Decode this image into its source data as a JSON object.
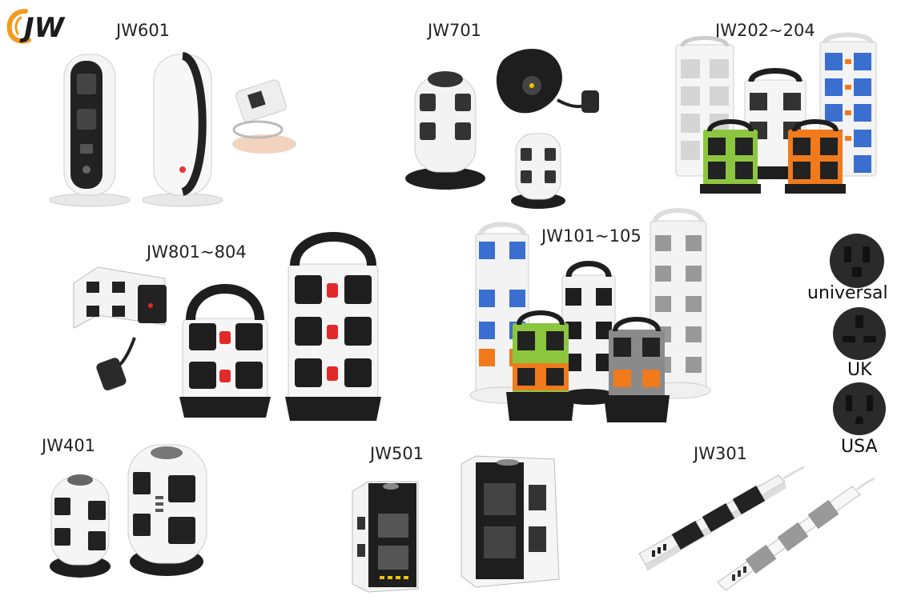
{
  "brand": {
    "logo_text": "JW",
    "colors": {
      "orange": "#f39a1e",
      "dark": "#1c1c1c"
    }
  },
  "products": [
    {
      "model": "JW601"
    },
    {
      "model": "JW701"
    },
    {
      "model": "JW202~204"
    },
    {
      "model": "JW801~804"
    },
    {
      "model": "JW101~105"
    },
    {
      "model": "JW401"
    },
    {
      "model": "JW501"
    },
    {
      "model": "JW301"
    }
  ],
  "socket_types": [
    {
      "name": "universal"
    },
    {
      "name": "UK"
    },
    {
      "name": "USA"
    }
  ],
  "colors": {
    "white_body": "#f2f2f2",
    "black_body": "#1e1e1e",
    "blue_panel": "#3a6fd0",
    "orange_panel": "#f07a1c",
    "green_panel": "#8cc63f",
    "gray_panel": "#8a8a8a",
    "red_switch": "#e02a2a"
  }
}
